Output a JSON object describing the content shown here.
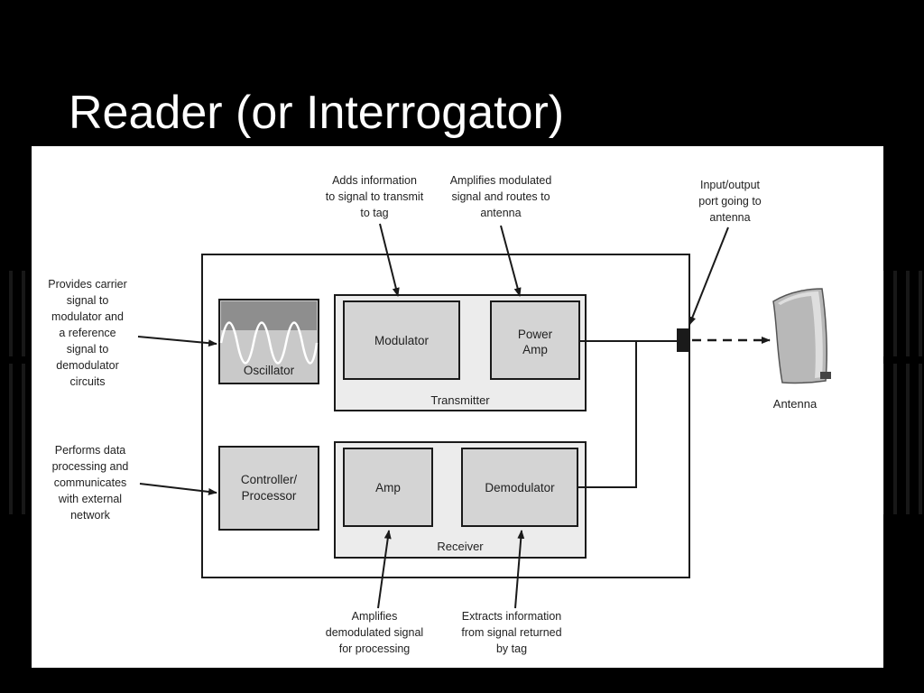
{
  "slide": {
    "title": "Reader (or Interrogator)"
  },
  "diagram": {
    "blocks": {
      "oscillator": "Oscillator",
      "modulator": "Modulator",
      "power_amp": [
        "Power",
        "Amp"
      ],
      "transmitter": "Transmitter",
      "controller": [
        "Controller/",
        "Processor"
      ],
      "amp": "Amp",
      "demodulator": "Demodulator",
      "receiver": "Receiver",
      "antenna": "Antenna"
    },
    "annotations": {
      "oscillator_note": [
        "Provides carrier",
        "signal to",
        "modulator and",
        "a reference",
        "signal to",
        "demodulator",
        "circuits"
      ],
      "controller_note": [
        "Performs data",
        "processing and",
        "communicates",
        "with external",
        "network"
      ],
      "modulator_note": [
        "Adds information",
        "to signal to transmit",
        "to tag"
      ],
      "power_amp_note": [
        "Amplifies modulated",
        "signal and routes to",
        "antenna"
      ],
      "port_note": [
        "Input/output",
        "port going to",
        "antenna"
      ],
      "amp_note": [
        "Amplifies",
        "demodulated signal",
        "for processing"
      ],
      "demodulator_note": [
        "Extracts information",
        "from signal returned",
        "by tag"
      ]
    }
  },
  "colors": {
    "background": "#000000",
    "title": "#ffffff",
    "panel": "#ffffff",
    "block_fill": "#d4d4d4",
    "group_fill": "#ececec",
    "line": "#1a1a1a"
  }
}
